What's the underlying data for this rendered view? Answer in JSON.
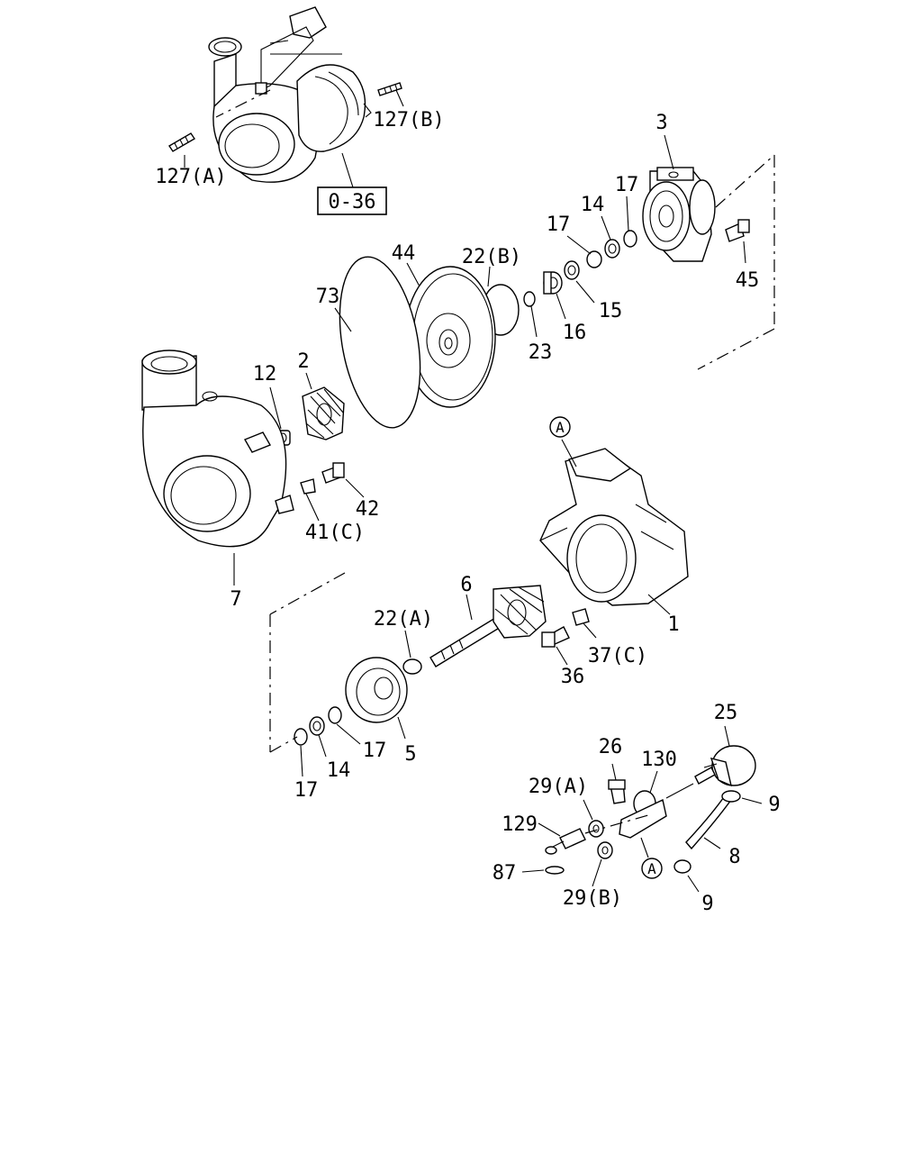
{
  "diagram": {
    "reference_box": "0-36",
    "callouts": {
      "c127A": "127(A)",
      "c127B": "127(B)",
      "c3": "3",
      "c17a": "17",
      "c14a": "14",
      "c17b": "17",
      "c45": "45",
      "c44": "44",
      "c22B": "22(B)",
      "c15": "15",
      "c16": "16",
      "c23": "23",
      "c73": "73",
      "c12": "12",
      "c2": "2",
      "c42": "42",
      "c41C": "41(C)",
      "c7": "7",
      "cA1": "A",
      "c1": "1",
      "c6": "6",
      "c22A": "22(A)",
      "c37C": "37(C)",
      "c36": "36",
      "c5": "5",
      "c17c": "17",
      "c14b": "14",
      "c17d": "17",
      "c25": "25",
      "c26": "26",
      "c130": "130",
      "c29A": "29(A)",
      "c9a": "9",
      "c129": "129",
      "c8": "8",
      "c87": "87",
      "cA2": "A",
      "c29B": "29(B)",
      "c9b": "9"
    }
  }
}
